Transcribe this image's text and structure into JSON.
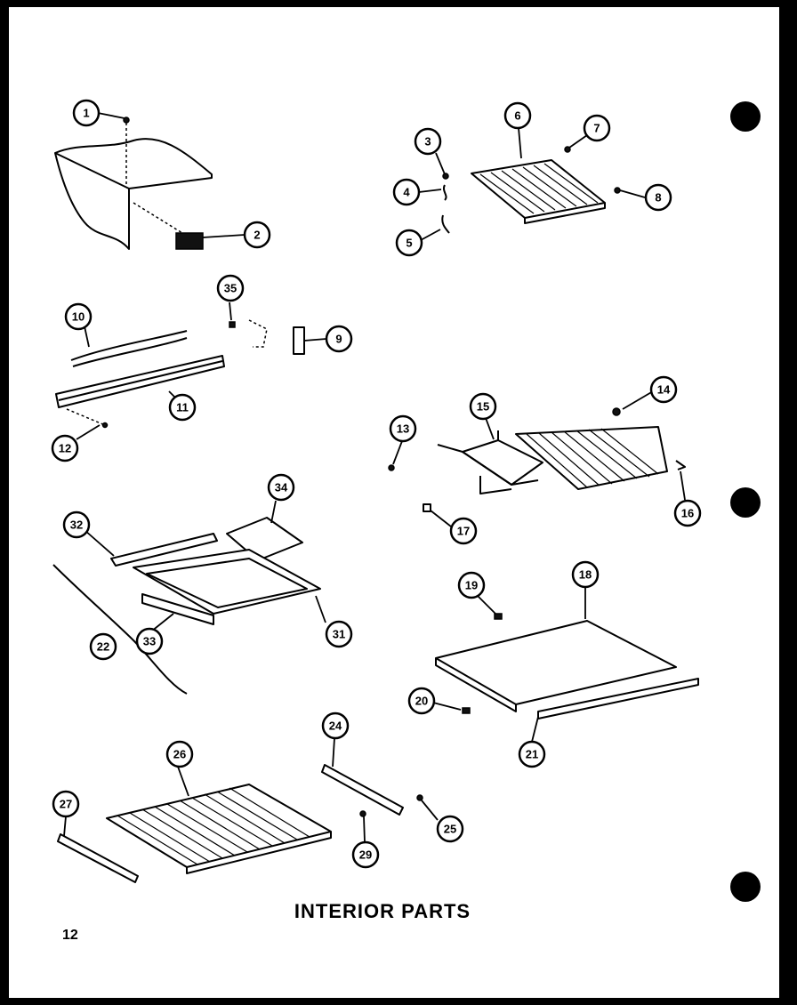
{
  "title": "INTERIOR PARTS",
  "page_number": "12",
  "callouts": [
    "1",
    "2",
    "3",
    "4",
    "5",
    "6",
    "7",
    "8",
    "9",
    "10",
    "11",
    "12",
    "13",
    "14",
    "15",
    "16",
    "17",
    "18",
    "19",
    "20",
    "21",
    "22",
    "24",
    "25",
    "26",
    "27",
    "29",
    "31",
    "32",
    "33",
    "34",
    "35"
  ]
}
